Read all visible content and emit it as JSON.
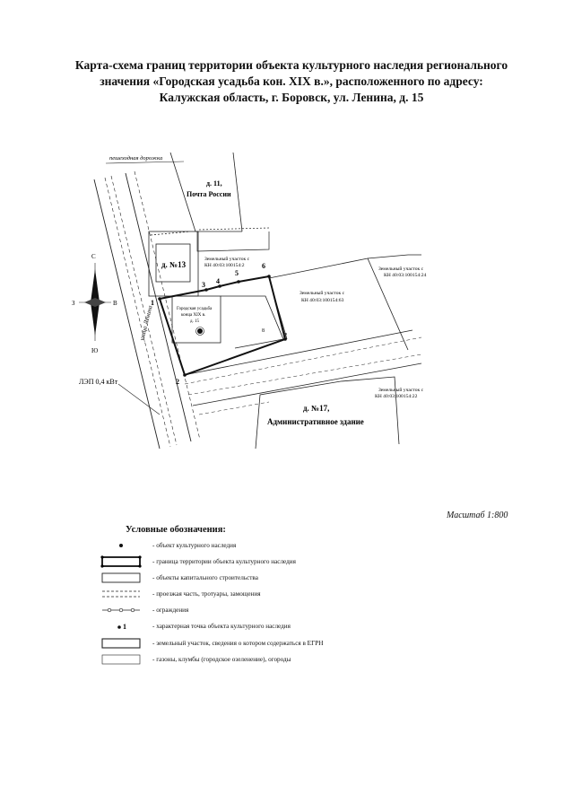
{
  "title": {
    "line1": "Карта-схема границ территории объекта культурного наследия регионального",
    "line2": "значения «Городская усадьба кон. XIX в.», расположенного по адресу:",
    "line3": "Калужская область, г. Боровск, ул. Ленина, д. 15"
  },
  "map": {
    "footpath": "пешеходная дорожка",
    "street": "улица Ленина",
    "house11_number": "д. 11,",
    "house11_name": "Почта России",
    "house13": "д. №13",
    "house17_number": "д. №17,",
    "house17_name": "Административное здание",
    "object_label": [
      "Городская усадьба",
      "конца XIX в.",
      "д. 15"
    ],
    "power_line": "ЛЭП 0,4 кВт",
    "plot2_lines": [
      "Земельный участок с",
      "КН 40:03:100154:2"
    ],
    "plot63_lines": [
      "Земельный участок с",
      "КН 40:03:100154:63"
    ],
    "plot24_lines": [
      "Земельный участок с",
      "КН 40:03:100154:24"
    ],
    "plot22_lines": [
      "Земельный участок с",
      "КН 40:03:100154:22"
    ],
    "points": [
      "1",
      "2",
      "3",
      "4",
      "5",
      "6",
      "7",
      "8"
    ],
    "compass": {
      "north": "С",
      "south": "Ю",
      "west": "З",
      "east": "В"
    }
  },
  "scale_label": "Масштаб 1:800",
  "legend": {
    "title": "Условные обозначения:",
    "items": [
      {
        "symbol": "object-dot-icon",
        "text": "- объект культурного наследия"
      },
      {
        "symbol": "territory-boundary-icon",
        "text": "- граница территории объекта культурного наследия"
      },
      {
        "symbol": "capital-building-icon",
        "text": "- объекты капитального строительства"
      },
      {
        "symbol": "roadway-dashed-icon",
        "text": "- проезжая часть, тротуары, замощения"
      },
      {
        "symbol": "fence-icon",
        "text": "- ограждения"
      },
      {
        "symbol": "characteristic-point-icon",
        "text": "- характерная точка объекта культурного наследия"
      },
      {
        "symbol": "land-plot-icon",
        "text": "- земельный участок, сведения о котором содержаться в ЕГРН"
      },
      {
        "symbol": "lawn-icon",
        "text": "- газоны, клумбы (городское озеленение), огороды"
      }
    ]
  }
}
